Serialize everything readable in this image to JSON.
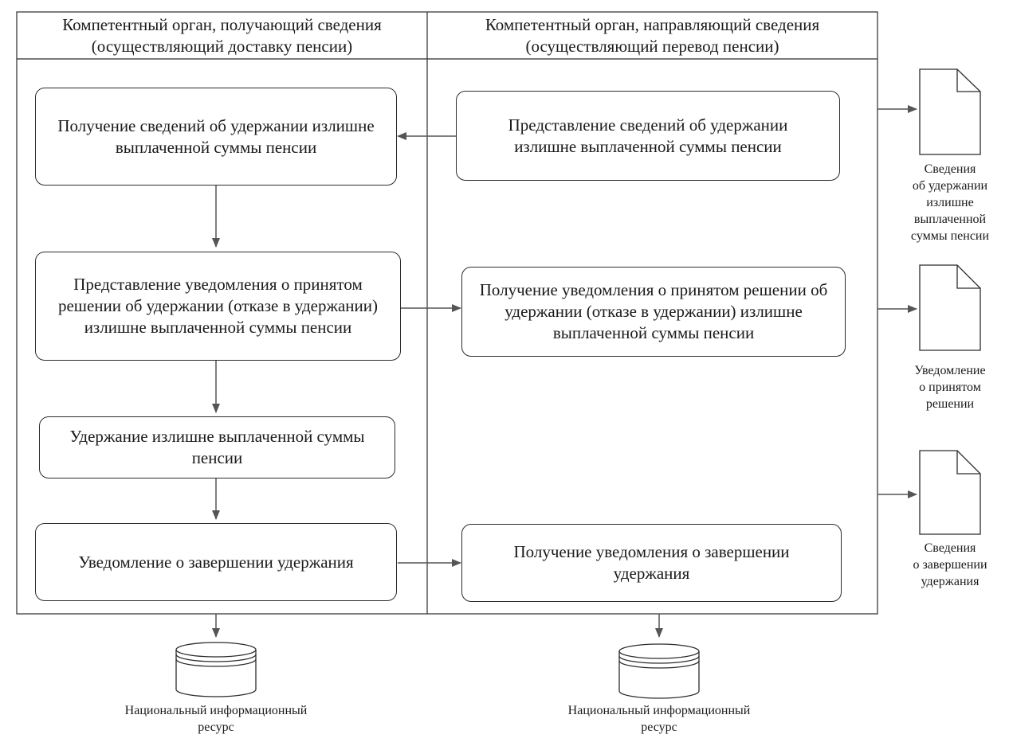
{
  "headers": {
    "left": "Компетентный орган, получающий сведения\n(осуществляющий доставку пенсии)",
    "right": "Компетентный орган, направляющий сведения\n(осуществляющий перевод пенсии)"
  },
  "left_steps": [
    "Получение сведений об удержании излишне выплаченной суммы пенсии",
    "Представление уведомления о принятом решении об удержании (отказе в удержании) излишне выплаченной суммы пенсии",
    "Удержание излишне выплаченной суммы пенсии",
    "Уведомление о завершении удержания"
  ],
  "right_steps": [
    "Представление сведений об удержании излишне выплаченной суммы пенсии",
    "Получение уведомления о принятом решении об удержании (отказе в удержании) излишне выплаченной суммы пенсии",
    "Получение уведомления о завершении удержания"
  ],
  "documents": [
    "Сведения\nоб удержании\nизлишне\nвыплаченной\nсуммы пенсии",
    "Уведомление\nо принятом\nрешении",
    "Сведения\nо завершении\nудержания"
  ],
  "databases": {
    "left": "Национальный информационный\nресурс",
    "right": "Национальный информационный\nресурс"
  },
  "colors": {
    "line": "#2b2b2b",
    "arrow": "#555555",
    "background": "#ffffff"
  }
}
